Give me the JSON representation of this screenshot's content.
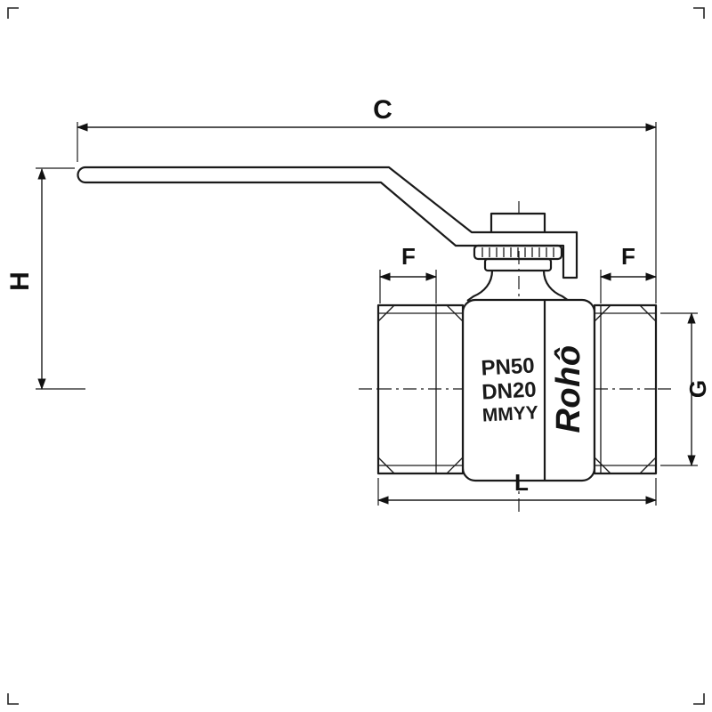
{
  "drawing": {
    "dimension_labels": {
      "overall_width": "C",
      "height": "H",
      "thread_depth_left": "F",
      "thread_depth_right": "F",
      "bore": "G",
      "body_length": "L"
    },
    "body_markings": {
      "pressure_rating": "PN50",
      "nominal_diameter": "DN20",
      "date_code": "MMYY",
      "brand": "Rohô"
    },
    "colors": {
      "line": "#1a1a1a",
      "background": "#ffffff"
    }
  }
}
